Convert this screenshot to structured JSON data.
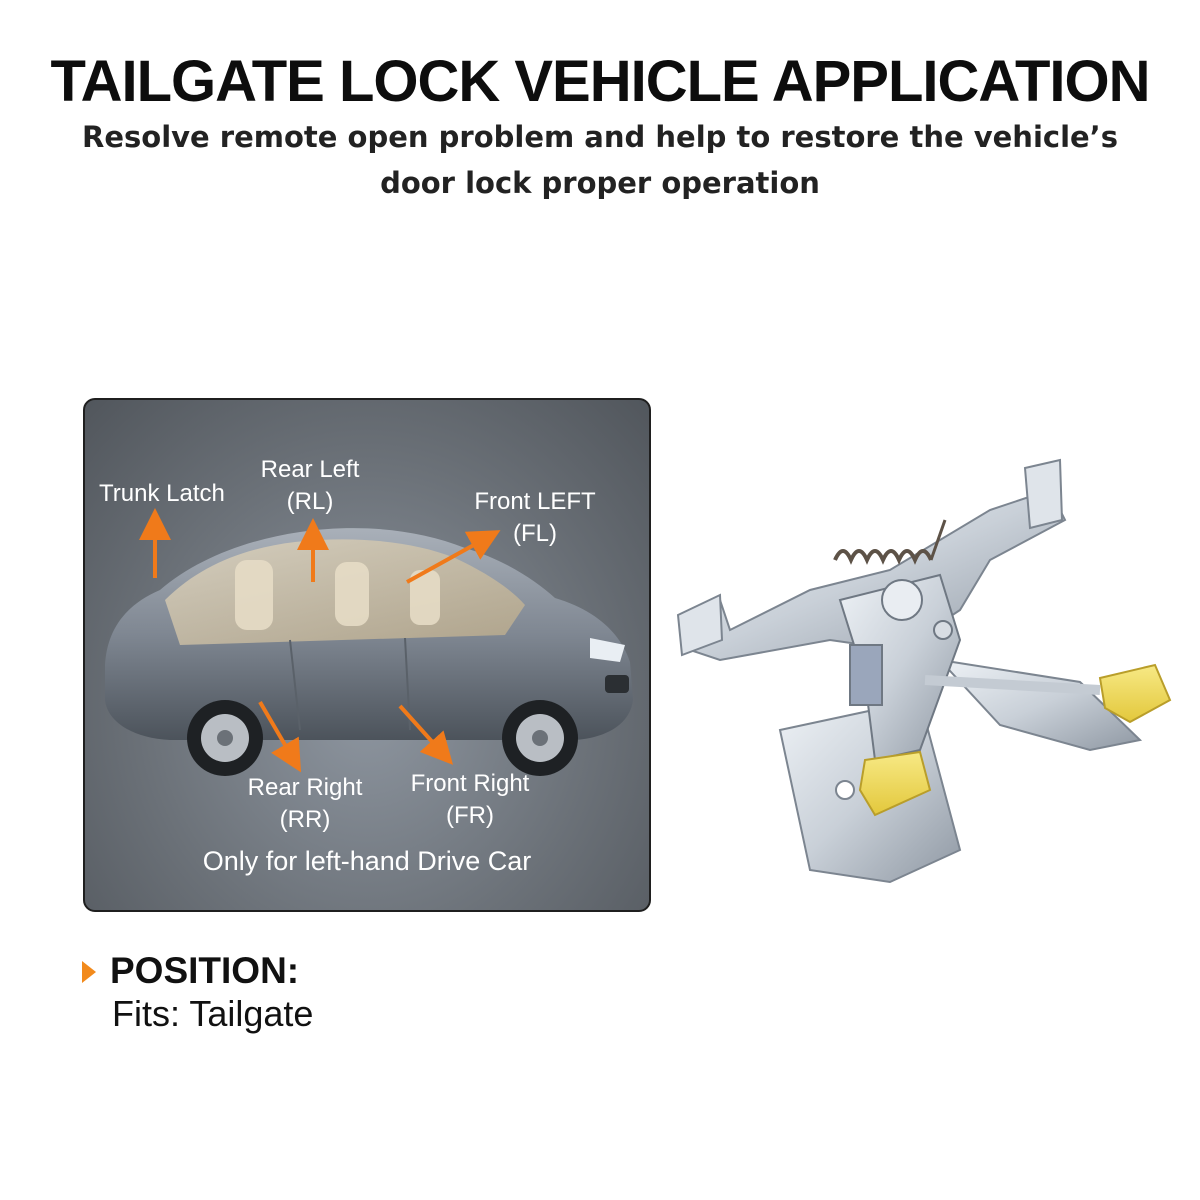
{
  "header": {
    "title": "TAILGATE LOCK VEHICLE APPLICATION",
    "subtitle_line1": "Resolve remote open problem and help to restore the vehicle’s",
    "subtitle_line2": "door lock proper operation"
  },
  "diagram": {
    "labels": {
      "trunk_latch": "Trunk Latch",
      "rear_left": "Rear Left",
      "rear_left_code": "(RL)",
      "front_left": "Front LEFT",
      "front_left_code": "(FL)",
      "rear_right": "Rear Right",
      "rear_right_code": "(RR)",
      "front_right": "Front Right",
      "front_right_code": "(FR)"
    },
    "note": "Only for left-hand Drive Car",
    "arrow_color": "#f07a1a",
    "car_color": "#7f8792"
  },
  "position": {
    "heading": "POSITION:",
    "fits": "Fits: Tailgate",
    "marker_color": "#f28a1c"
  },
  "product": {
    "icon": "tailgate-latch-icon",
    "metal_color": "#c9d0d8",
    "clip_color": "#f2dc5a"
  }
}
